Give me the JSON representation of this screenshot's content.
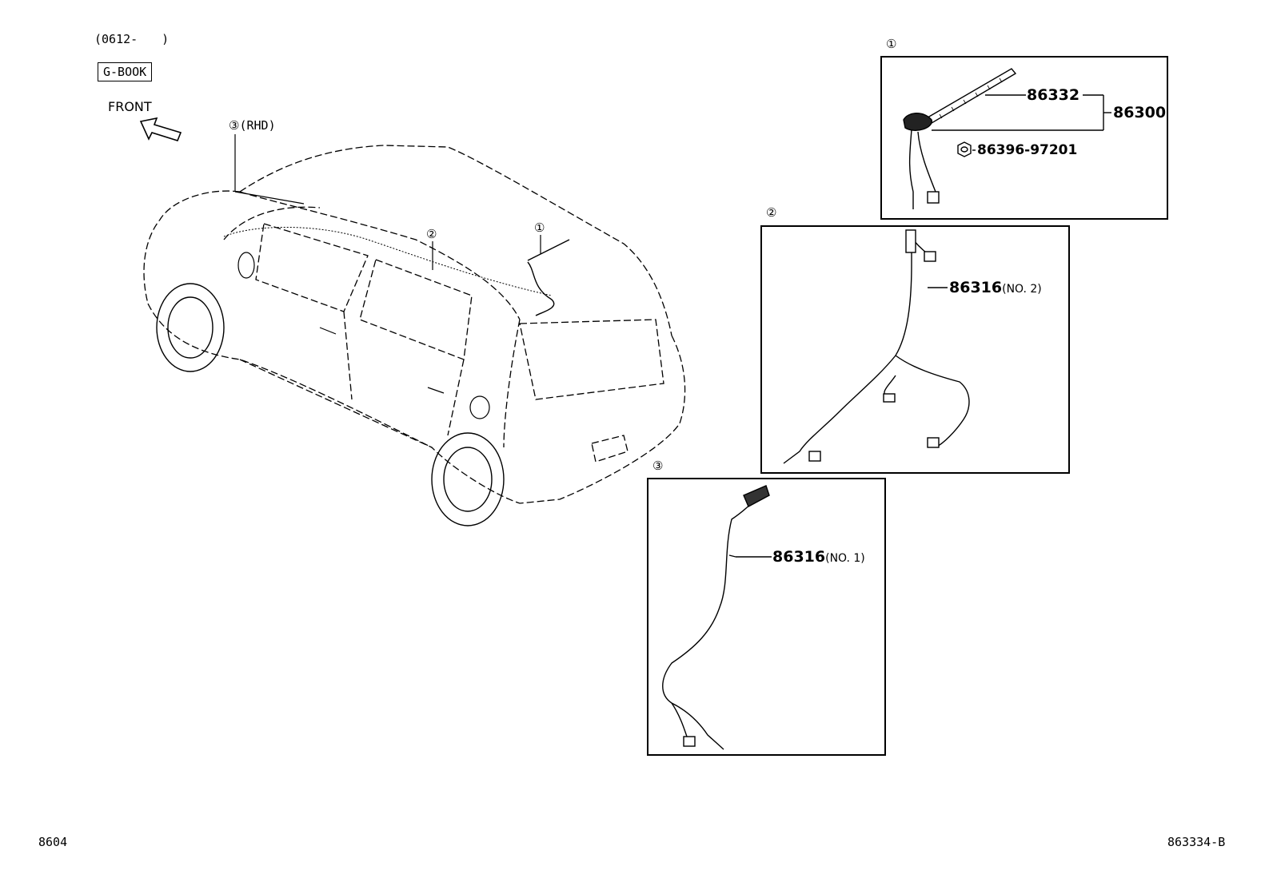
{
  "header": {
    "date_range": "(0612-　　)",
    "option_tag": "G-BOOK",
    "direction_label": "FRONT"
  },
  "vehicle": {
    "callouts": [
      {
        "ref": "①",
        "suffix": ""
      },
      {
        "ref": "②",
        "suffix": ""
      },
      {
        "ref": "③",
        "suffix": "(RHD)"
      }
    ]
  },
  "panels": [
    {
      "ref": "①",
      "parts": [
        {
          "number": "86332",
          "note": ""
        },
        {
          "number": "86300",
          "note": ""
        },
        {
          "number": "86396-97201",
          "note": ""
        }
      ]
    },
    {
      "ref": "②",
      "parts": [
        {
          "number": "86316",
          "note": "(NO. 2)"
        }
      ]
    },
    {
      "ref": "③",
      "parts": [
        {
          "number": "86316",
          "note": "(NO. 1)"
        }
      ]
    }
  ],
  "footer": {
    "left_code": "8604",
    "right_code": "863334-B"
  }
}
